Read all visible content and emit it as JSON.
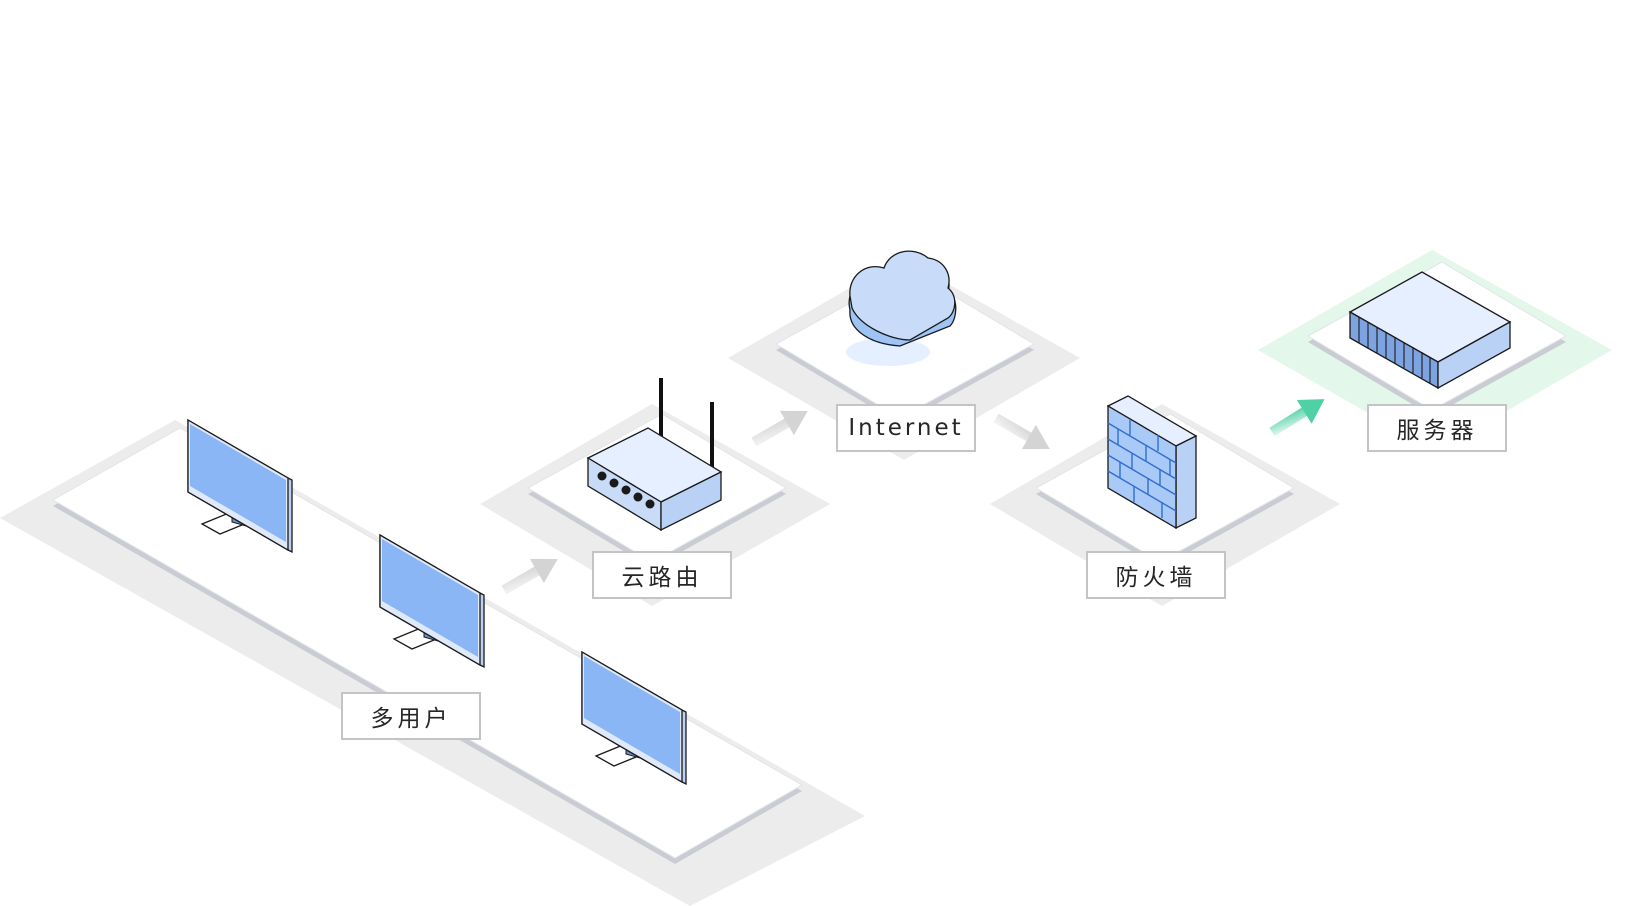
{
  "nodes": {
    "users": {
      "label": "多用户"
    },
    "router": {
      "label": "云路由"
    },
    "internet": {
      "label": "Internet"
    },
    "firewall": {
      "label": "防火墙"
    },
    "server": {
      "label": "服务器"
    }
  },
  "colors": {
    "screen": "#8ab6f5",
    "device_body": "#e6efff",
    "device_side": "#b9d1f4",
    "outline": "#1a1a1a",
    "platform_shadow": "#ececec",
    "platform_top": "#ffffff",
    "platform_edge": "#c9ccd3",
    "arrow_gray": "#dadada",
    "arrow_green": "#4fd0a5",
    "highlight": "#e3f8ea"
  },
  "icons": {
    "users": "monitor-icon",
    "router": "router-icon",
    "internet": "cloud-icon",
    "firewall": "firewall-icon",
    "server": "server-icon"
  }
}
